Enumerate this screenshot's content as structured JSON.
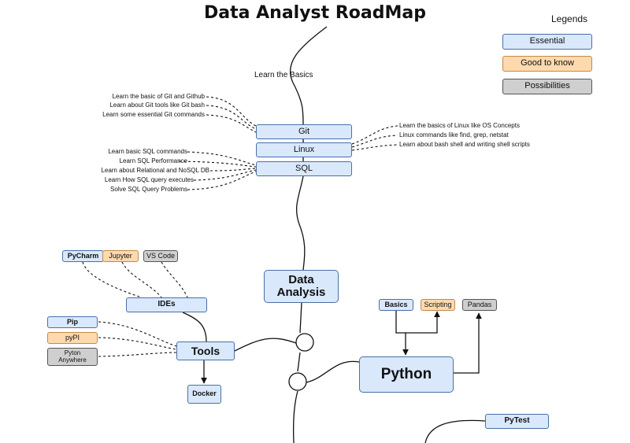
{
  "title": "Data Analyst RoadMap",
  "legend": {
    "title": "Legends",
    "items": [
      {
        "label": "Essential",
        "kind": "ess"
      },
      {
        "label": "Good to know",
        "kind": "good"
      },
      {
        "label": "Possibilities",
        "kind": "poss"
      }
    ]
  },
  "basics": {
    "label": "Learn the Basics",
    "git": "Git",
    "linux": "Linux",
    "sql": "SQL",
    "git_notes": [
      "Learn the basic of Git and Github",
      "Learn about Git tools like Git bash",
      "Learn some essential Git commands"
    ],
    "linux_notes": [
      "Learn the basics of Linux like OS Concepts",
      "Linux commands like find, grep, netstat",
      "Learn about bash shell and writing shell scripts"
    ],
    "sql_notes": [
      "Learn basic SQL commands",
      "Learn SQL Performance",
      "Learn about Relational and NoSQL DB",
      "Learn How SQL query executes",
      "Solve SQL Query Problems"
    ]
  },
  "data_analysis": {
    "line1": "Data",
    "line2": "Analysis"
  },
  "tools": {
    "label": "Tools",
    "ides": "IDEs",
    "pycharm": "PyCharm",
    "jupyter": "Jupyter",
    "vscode": "VS Code",
    "pip": "Pip",
    "pypi": "pyPI",
    "pa_line1": "Pyton",
    "pa_line2": "Anywhere",
    "docker": "Docker"
  },
  "python": {
    "label": "Python",
    "basics": "Basics",
    "scripting": "Scripting",
    "pandas": "Pandas",
    "pytest": "PyTest"
  }
}
